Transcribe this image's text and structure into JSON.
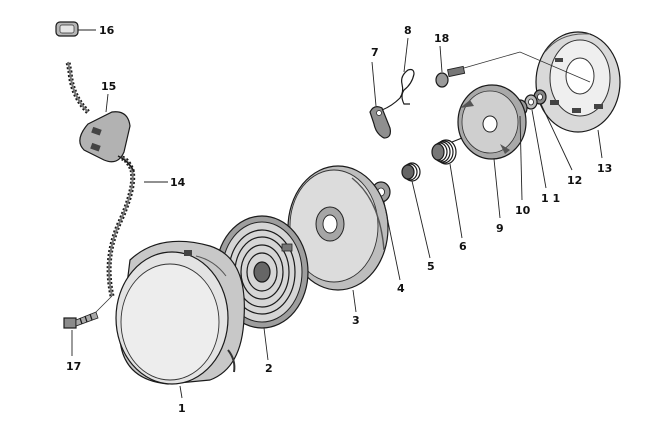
{
  "diagram": {
    "type": "exploded-parts-diagram",
    "colors": {
      "ink": "#1a1a1a",
      "shade": "#8a8a8a",
      "light": "#d4d4d4",
      "paper": "#ffffff"
    },
    "callouts": [
      {
        "id": "1",
        "text": "1"
      },
      {
        "id": "2",
        "text": "2"
      },
      {
        "id": "3",
        "text": "3"
      },
      {
        "id": "4",
        "text": "4"
      },
      {
        "id": "5",
        "text": "5"
      },
      {
        "id": "6",
        "text": "6"
      },
      {
        "id": "7",
        "text": "7"
      },
      {
        "id": "8",
        "text": "8"
      },
      {
        "id": "9",
        "text": "9"
      },
      {
        "id": "10",
        "text": "10"
      },
      {
        "id": "11",
        "text": "1 1"
      },
      {
        "id": "12",
        "text": "12"
      },
      {
        "id": "13",
        "text": "13"
      },
      {
        "id": "14",
        "text": "14"
      },
      {
        "id": "15",
        "text": "15"
      },
      {
        "id": "16",
        "text": "16"
      },
      {
        "id": "17",
        "text": "17"
      },
      {
        "id": "18",
        "text": "18"
      }
    ]
  }
}
